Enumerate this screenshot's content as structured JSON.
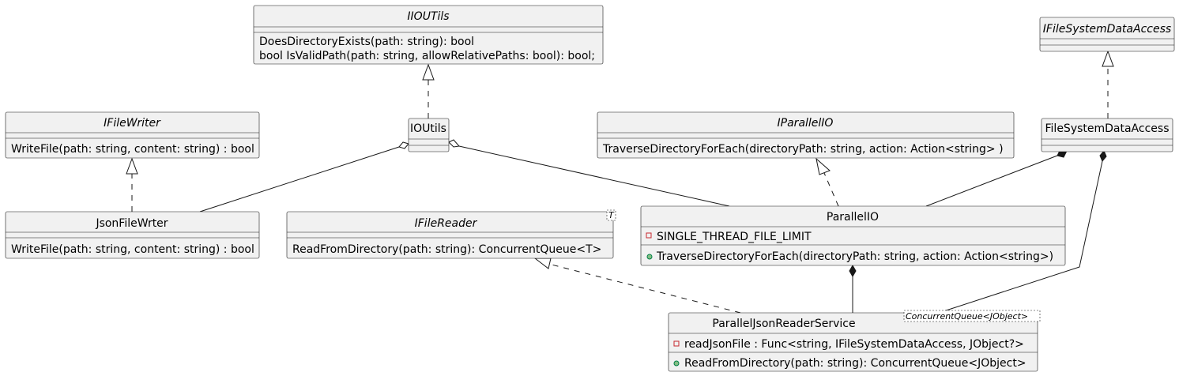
{
  "classes": {
    "iioutils": {
      "name": "IIOUTils",
      "methods": [
        "DoesDirectoryExists(path: string): bool",
        "bool IsValidPath(path: string, allowRelativePaths: bool): bool;"
      ]
    },
    "ifilesystemdataaccess": {
      "name": "IFileSystemDataAccess"
    },
    "ifilewriter": {
      "name": "IFileWriter",
      "methods": [
        "WriteFile(path: string, content: string) : bool"
      ]
    },
    "ioutils": {
      "name": "IOUtils"
    },
    "iparallelio": {
      "name": "IParallelIO",
      "methods": [
        "TraverseDirectoryForEach(directoryPath: string, action: Action<string> )"
      ]
    },
    "filesystemdataaccess": {
      "name": "FileSystemDataAccess"
    },
    "jsonfilewrter": {
      "name": "JsonFileWrter",
      "methods": [
        "WriteFile(path: string, content: string) : bool"
      ]
    },
    "ifilereader": {
      "name": "IFileReader",
      "type_param": "T",
      "methods": [
        "ReadFromDirectory(path: string): ConcurrentQueue<T>"
      ]
    },
    "parallelio": {
      "name": "ParallelIO",
      "fields": [
        "SINGLE_THREAD_FILE_LIMIT"
      ],
      "methods": [
        "TraverseDirectoryForEach(directoryPath: string, action: Action<string>)"
      ]
    },
    "paralleljsonreaderservice": {
      "name": "ParallelJsonReaderService",
      "type_param": "ConcurrentQueue<JObject>",
      "fields": [
        "readJsonFile : Func<string, IFileSystemDataAccess, JObject?>"
      ],
      "methods": [
        "ReadFromDirectory(path: string): ConcurrentQueue<JObject>"
      ]
    }
  },
  "relations": [
    {
      "from": "IOUtils",
      "to": "IIOUTils",
      "type": "realization"
    },
    {
      "from": "JsonFileWrter",
      "to": "IFileWriter",
      "type": "realization"
    },
    {
      "from": "FileSystemDataAccess",
      "to": "IFileSystemDataAccess",
      "type": "realization"
    },
    {
      "from": "ParallelIO",
      "to": "IParallelIO",
      "type": "realization"
    },
    {
      "from": "ParallelJsonReaderService",
      "to": "IFileReader",
      "type": "realization"
    },
    {
      "from": "IOUtils",
      "to": "JsonFileWrter",
      "type": "aggregation"
    },
    {
      "from": "IOUtils",
      "to": "ParallelIO",
      "type": "aggregation"
    },
    {
      "from": "FileSystemDataAccess",
      "to": "ParallelIO",
      "type": "composition"
    },
    {
      "from": "FileSystemDataAccess",
      "to": "ParallelJsonReaderService",
      "type": "composition"
    },
    {
      "from": "ParallelIO",
      "to": "ParallelJsonReaderService",
      "type": "composition"
    }
  ]
}
